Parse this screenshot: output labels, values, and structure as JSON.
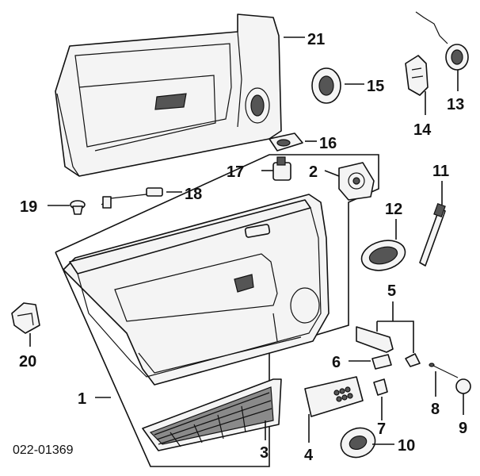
{
  "diagram": {
    "reference_code": "022-01369",
    "callouts": [
      "1",
      "2",
      "3",
      "4",
      "5",
      "6",
      "7",
      "8",
      "9",
      "10",
      "11",
      "12",
      "13",
      "14",
      "15",
      "16",
      "17",
      "18",
      "19",
      "20",
      "21"
    ]
  }
}
